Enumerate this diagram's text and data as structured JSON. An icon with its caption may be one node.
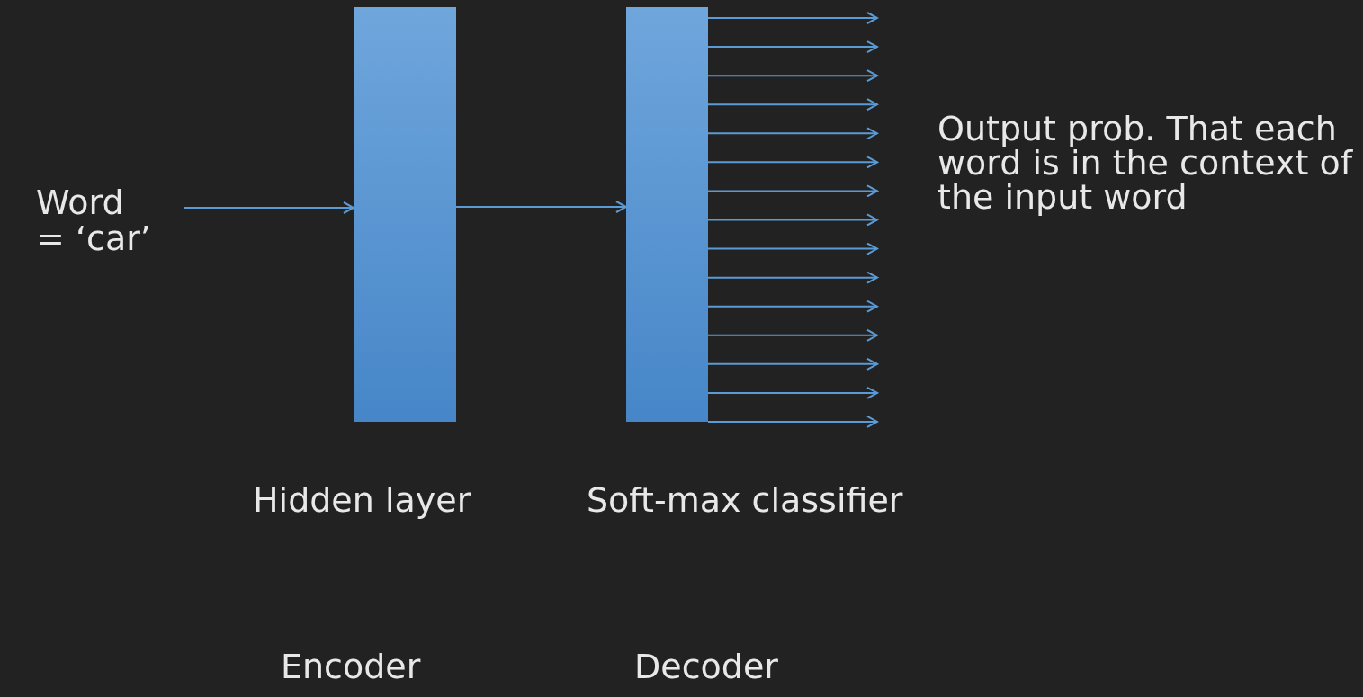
{
  "diagram": {
    "nodes": [
      {
        "text": [
          "Word = ‘car’"
        ]
      },
      {
        "text": [],
        "shape": "bar",
        "beside": [
          "Hidden layer"
        ]
      },
      {
        "text": [],
        "shape": "bar",
        "beside": [
          "Soft-max classifier"
        ]
      }
    ],
    "edges": [
      {
        "from": 0,
        "to": 1,
        "arrow": "to"
      },
      {
        "from": 1,
        "to": 2,
        "arrow": "to"
      },
      {
        "from": 2,
        "to": null,
        "arrow": "to"
      },
      {
        "from": 2,
        "to": null,
        "arrow": "to"
      },
      {
        "from": 2,
        "to": null,
        "arrow": "to"
      },
      {
        "from": 2,
        "to": null,
        "arrow": "to"
      },
      {
        "from": 2,
        "to": null,
        "arrow": "to"
      },
      {
        "from": 2,
        "to": null,
        "arrow": "to"
      },
      {
        "from": 2,
        "to": null,
        "arrow": "to"
      },
      {
        "from": 2,
        "to": null,
        "arrow": "to"
      },
      {
        "from": 2,
        "to": null,
        "arrow": "to"
      },
      {
        "from": 2,
        "to": null,
        "arrow": "to"
      },
      {
        "from": 2,
        "to": null,
        "arrow": "to"
      },
      {
        "from": 2,
        "to": null,
        "arrow": "to"
      },
      {
        "from": 2,
        "to": null,
        "arrow": "to"
      },
      {
        "from": 2,
        "to": null,
        "arrow": "to"
      },
      {
        "from": 2,
        "to": null,
        "arrow": "to"
      }
    ],
    "labels": [
      "Output prob. That each word is in the context of the input word",
      "Encoder",
      "Decoder"
    ]
  }
}
